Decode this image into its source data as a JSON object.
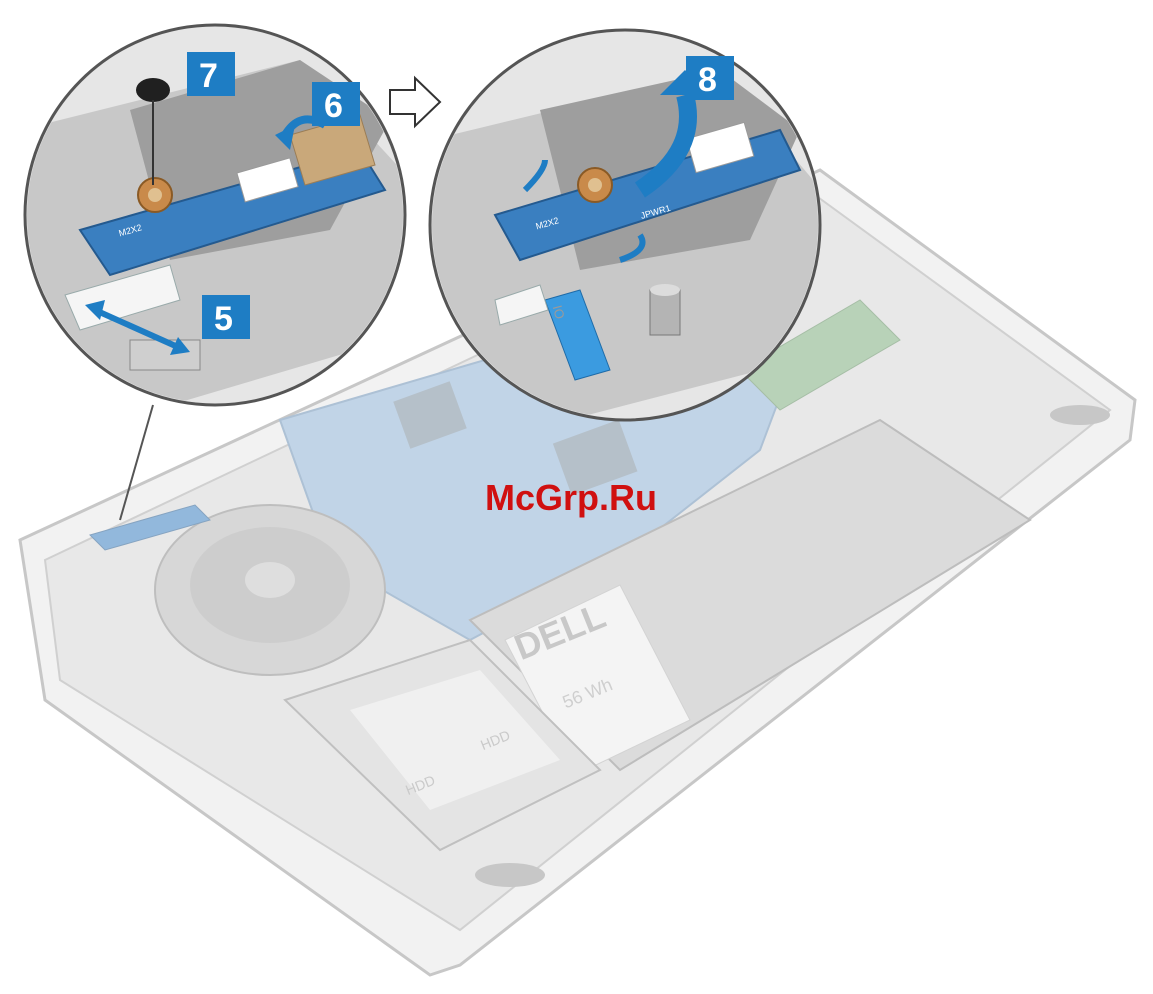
{
  "steps": {
    "five": "5",
    "six": "6",
    "seven": "7",
    "eight": "8"
  },
  "watermark": "McGrp.Ru",
  "labels": {
    "screw": "M2X2",
    "connector": "JPWR1",
    "battery_brand": "DELL",
    "battery_capacity": "56 Wh",
    "hdd_label_1": "HDD",
    "hdd_label_2": "HDD",
    "cable_label": "IO"
  },
  "colors": {
    "callout_blue": "#1e7dc4",
    "board_blue": "#3a7fc0",
    "watermark_red": "#d01010",
    "chassis_gray": "#c8c8c8"
  }
}
